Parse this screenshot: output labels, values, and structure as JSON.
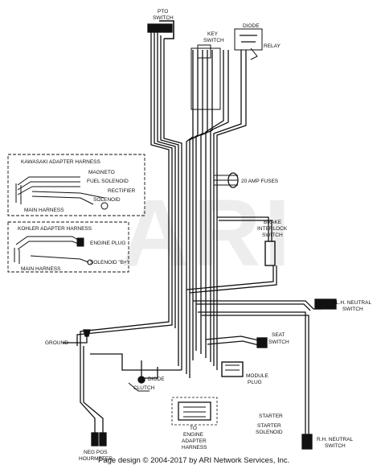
{
  "labels": {
    "pto_switch": [
      "PTO",
      "SWITCH"
    ],
    "key_switch": [
      "KEY",
      "SWITCH"
    ],
    "diode_top": "DIODE",
    "relay": "RELAY",
    "fuses": "20 AMP FUSES",
    "brake_switch": [
      "BRAKE",
      "INTERLOCK",
      "SWITCH"
    ],
    "lh_neutral": [
      "L.H. NEUTRAL",
      "SWITCH"
    ],
    "seat_switch": [
      "SEAT",
      "SWITCH"
    ],
    "ground": "GROUND",
    "diode_bottom": "DIODE",
    "clutch": "CLUTCH",
    "module_plug": [
      "MODULE",
      "PLUG"
    ],
    "engine_adapter": [
      "TO",
      "ENGINE",
      "ADAPTER",
      "HARNESS"
    ],
    "starter": "STARTER",
    "starter_solenoid": [
      "STARTER",
      "SOLENOID"
    ],
    "hourmeter": [
      "NEG POS",
      "HOURMETER"
    ],
    "rh_neutral": [
      "R.H. NEUTRAL",
      "SWITCH"
    ]
  },
  "kawasaki": {
    "title": "KAWASAKI ADAPTER HARNESS",
    "items": [
      "MAGNETO",
      "FUEL SOLENOID",
      "RECTIFIER",
      "SOLENOID"
    ],
    "main": "MAIN HARNESS"
  },
  "kohler": {
    "title": "KOHLER ADAPTER HARNESS",
    "items": [
      "ENGINE PLUG",
      "SOLENOID \"B+\""
    ],
    "main": "MAIN HARNESS"
  },
  "watermark": "ARI",
  "footer": "Page design © 2004-2017 by ARI Network Services, Inc."
}
